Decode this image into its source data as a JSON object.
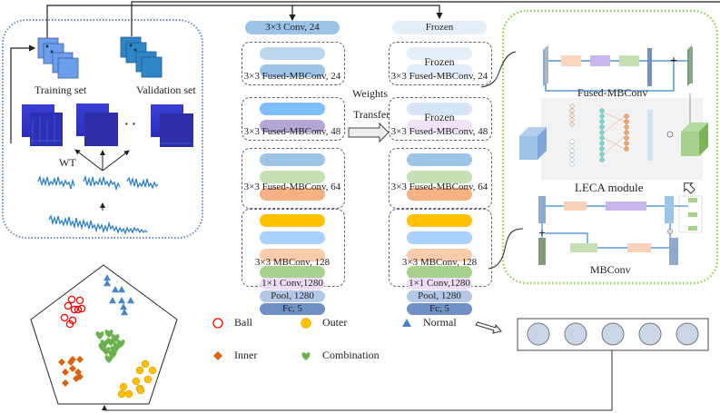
{
  "preprocessing": {
    "training_set_label": "Training set",
    "validation_set_label": "Validation set",
    "transform_label": "WT",
    "ellipsis": "·  ·"
  },
  "source_network": {
    "stem": {
      "label": "3×3 Conv, 24",
      "color": "#9dc3e6"
    },
    "stages": [
      {
        "label": "3×3 Fused-MBConv, 24",
        "blocks": [
          "#bdd7ee",
          "#9dc3e6"
        ]
      },
      {
        "label": "3×3 Fused-MBConv, 48",
        "blocks": [
          "#7fbfff",
          "#b4a7d6"
        ]
      },
      {
        "label": "3×3 Fused-MBConv,  64",
        "blocks": [
          "#9dc3e6",
          "#c5e0b4",
          "#f4b183"
        ]
      },
      {
        "label": "3×3 MBConv,  128",
        "blocks": [
          "#ffc000",
          "#a9d1ff",
          "#f8cbad",
          "#a9d18e"
        ]
      }
    ],
    "head": [
      {
        "label": "1×1 Conv,1280",
        "color": "#eedcf5"
      },
      {
        "label": "Pool, 1280",
        "color": "#b4c7e7"
      },
      {
        "label": "Fc, 5",
        "color": "#6f8fc5"
      }
    ]
  },
  "transfer": {
    "line1": "Weights",
    "line2": "Transfer"
  },
  "target_network": {
    "stem": {
      "label": "Frozen",
      "color": "#e4eef9"
    },
    "stages": [
      {
        "label": "3×3 Fused-MBConv, 24",
        "blocks": [
          "#e4eef9",
          "#e0ecf8"
        ],
        "overlay": "Frozen"
      },
      {
        "label": "3×3 Fused-MBConv, 48",
        "blocks": [
          "#d5e5f5",
          "#efe3f7"
        ],
        "overlay": "Frozen"
      },
      {
        "label": "3×3 Fused-MBConv,  64",
        "blocks": [
          "#9dc3e6",
          "#c5e0b4",
          "#f4b183"
        ],
        "overlay": ""
      },
      {
        "label": "3×3 MBConv,  128",
        "blocks": [
          "#ffc000",
          "#a9d1ff",
          "#f8cbad",
          "#a9d18e"
        ],
        "overlay": ""
      }
    ],
    "head": [
      {
        "label": "1×1 Conv,1280",
        "color": "#eedcf5"
      },
      {
        "label": "Pool, 1280",
        "color": "#b4c7e7"
      },
      {
        "label": "Fc, 5",
        "color": "#6f8fc5"
      }
    ]
  },
  "modules": {
    "fused_mbconv_title": "Fused-MBConv",
    "leca_title": "LECA module",
    "mbconv_title": "MBConv"
  },
  "output_layer": {
    "node_count": 5,
    "node_color": "#c9d6e8"
  },
  "legend": [
    {
      "name": "Ball",
      "shape": "circle-open",
      "color": "#ff0000"
    },
    {
      "name": "Outer",
      "shape": "circle",
      "color": "#ffc000"
    },
    {
      "name": "Normal",
      "shape": "triangle",
      "color": "#4a86c5"
    },
    {
      "name": "Inner",
      "shape": "diamond",
      "color": "#d9640f"
    },
    {
      "name": "Combination",
      "shape": "heart",
      "color": "#6ab04c"
    }
  ]
}
